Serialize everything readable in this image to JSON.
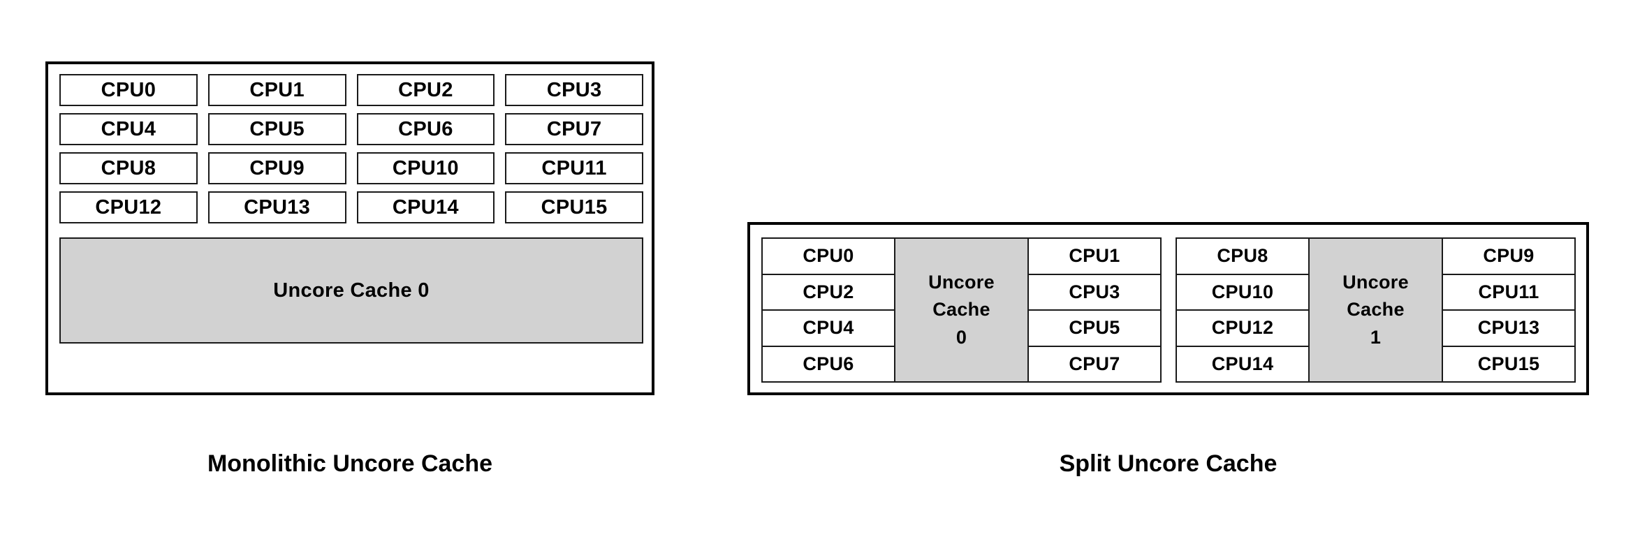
{
  "diagram": {
    "monolithic": {
      "caption": "Monolithic Uncore Cache",
      "cpus": [
        "CPU0",
        "CPU1",
        "CPU2",
        "CPU3",
        "CPU4",
        "CPU5",
        "CPU6",
        "CPU7",
        "CPU8",
        "CPU9",
        "CPU10",
        "CPU11",
        "CPU12",
        "CPU13",
        "CPU14",
        "CPU15"
      ],
      "cache_label": "Uncore Cache 0"
    },
    "split": {
      "caption": "Split Uncore Cache",
      "clusters": [
        {
          "left_cpus": [
            "CPU0",
            "CPU2",
            "CPU4",
            "CPU6"
          ],
          "cache_line1": "Uncore",
          "cache_line2": "Cache",
          "cache_line3": "0",
          "right_cpus": [
            "CPU1",
            "CPU3",
            "CPU5",
            "CPU7"
          ]
        },
        {
          "left_cpus": [
            "CPU8",
            "CPU10",
            "CPU12",
            "CPU14"
          ],
          "cache_line1": "Uncore",
          "cache_line2": "Cache",
          "cache_line3": "1",
          "right_cpus": [
            "CPU9",
            "CPU11",
            "CPU13",
            "CPU15"
          ]
        }
      ]
    }
  },
  "colors": {
    "cache_fill": "#d2d2d2",
    "border": "#000000",
    "background": "#ffffff"
  }
}
